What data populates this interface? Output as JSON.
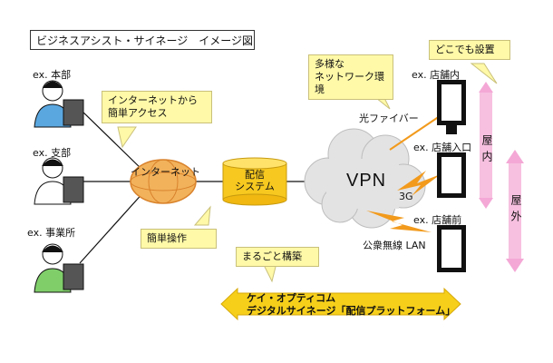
{
  "title": "ビジネスアシスト・サイネージ　イメージ図",
  "locations": {
    "hq": "ex. 本部",
    "branch": "ex. 支部",
    "office": "ex. 事業所"
  },
  "internet": {
    "label": "インターネット",
    "callout": [
      "インターネットから",
      "簡単アクセス"
    ]
  },
  "system": {
    "label": [
      "配信",
      "システム"
    ],
    "callout": "簡単操作"
  },
  "network": {
    "vpn": "VPN",
    "callout": [
      "多様な",
      "ネットワーク環境"
    ],
    "fiber": "光ファイバー",
    "g3": "3G",
    "wlan": "公衆無線 LAN"
  },
  "signage": {
    "callout": "どこでも設置",
    "inside_store": "ex. 店舗内",
    "store_entrance": "ex. 店舗入口",
    "store_front": "ex. 店舗前",
    "indoor": "屋内",
    "outdoor": "屋外"
  },
  "platform": {
    "callout": "まるごと構築",
    "line1": "ケイ・オプティコム",
    "line2": "デジタルサイネージ「配信プラットフォーム」"
  },
  "colors": {
    "callout_fill": "#fff9a8",
    "banner_fill": "#f6cf1a",
    "pink_arrow": "#f4a8d6",
    "lightning": "#f29a1c",
    "globe": "#f2b25c",
    "cylinder": "#f7c81f"
  }
}
